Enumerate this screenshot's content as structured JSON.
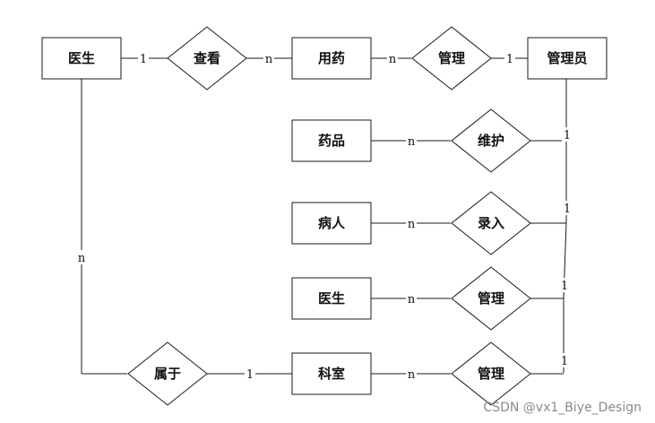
{
  "entities": {
    "doctor_top": "医生",
    "medication": "用药",
    "administrator": "管理员",
    "drug": "药品",
    "patient": "病人",
    "doctor_mid": "医生",
    "department": "科室"
  },
  "relations": {
    "view": "查看",
    "manage_medication": "管理",
    "maintain": "维护",
    "enter": "录入",
    "manage_doctor": "管理",
    "manage_department": "管理",
    "belongs_to": "属于"
  },
  "cardinalities": {
    "doctor_view": "1",
    "view_medication": "n",
    "medication_manage": "n",
    "manage_admin": "1",
    "drug_maintain": "n",
    "maintain_admin": "1",
    "patient_enter": "n",
    "enter_admin": "1",
    "doctor_manage": "n",
    "manage_doctor_admin": "1",
    "department_manage": "n",
    "manage_department_admin": "1",
    "doctor_belongs": "n",
    "belongs_department": "1"
  },
  "watermark": "CSDN @vx1_Biye_Design"
}
